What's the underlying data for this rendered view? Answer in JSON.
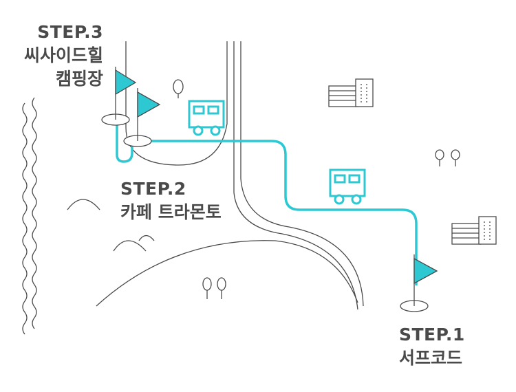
{
  "colors": {
    "route": "#2ec8d2",
    "flag": "#2ec8d2",
    "line": "#4a4a4a",
    "text": "#4a4a4a"
  },
  "steps": [
    {
      "step": "STEP.1",
      "place": "서프코드"
    },
    {
      "step": "STEP.2",
      "place": "카페 트라몬토"
    },
    {
      "step": "STEP.3",
      "place_line1": "씨사이드힐",
      "place_line2": "캠핑장"
    }
  ],
  "icons": [
    "wave-icon",
    "flag-icon",
    "campervan-icon",
    "building-icon",
    "tree-icon",
    "hill-icon"
  ]
}
